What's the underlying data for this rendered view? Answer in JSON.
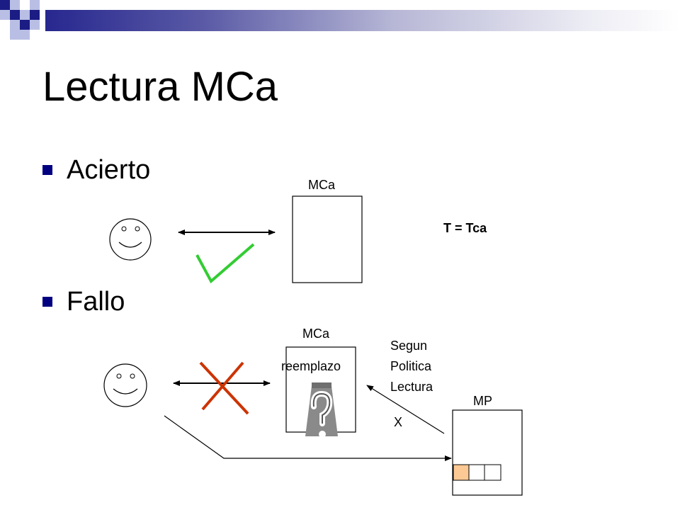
{
  "slide": {
    "title": "Lectura MCa",
    "bullets": [
      "Acierto",
      "Fallo"
    ]
  },
  "hit": {
    "cache_label": "MCa",
    "time_formula": "T = Tca"
  },
  "miss": {
    "cache_label": "MCa",
    "replacement_label": "reemplazo",
    "policy_label_lines": [
      "Segun",
      "Politica",
      "Lectura"
    ],
    "main_memory_label": "MP",
    "x_label": "X"
  },
  "colors": {
    "accent_navy": "#000080",
    "check_green": "#33cc33",
    "cross_red": "#cc3300",
    "highlight_cell": "#fcc994"
  },
  "icons": [
    "smiley-face-icon",
    "check-mark-icon",
    "cross-mark-icon",
    "question-mark-icon"
  ]
}
